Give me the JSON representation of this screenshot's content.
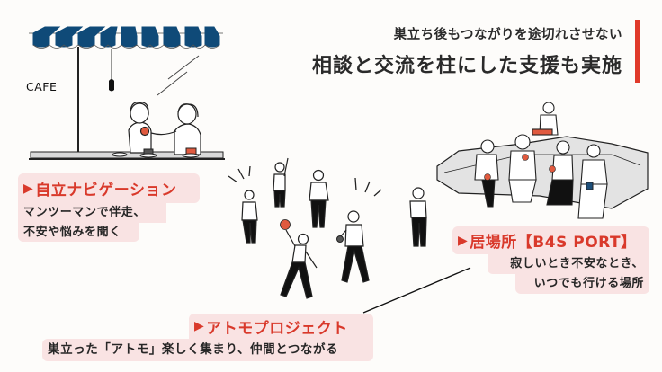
{
  "header": {
    "subtitle": "巣立ち後もつながりを途切れさせない",
    "title": "相談と交流を柱にした支援も実施",
    "accent_color": "#e03a2a"
  },
  "scene": {
    "cafe_sign": "CAFE",
    "awning_color": "#0f4a78",
    "ball_color": "#e05a3f"
  },
  "callouts": {
    "navigation": {
      "title": "自立ナビゲーション",
      "lines": [
        "マンツーマンで伴走、",
        "不安や悩みを聞く"
      ]
    },
    "ibasho": {
      "title": "居場所【B4S PORT】",
      "lines": [
        "寂しいとき不安なとき、",
        "いつでも行ける場所"
      ]
    },
    "atomo": {
      "title": "アトモプロジェクト",
      "lines": [
        "巣立った「アトモ」楽しく集まり、仲間とつながる"
      ]
    },
    "marker": "▶",
    "title_color": "#d9392b",
    "bg_color": "#f9e3e3"
  }
}
